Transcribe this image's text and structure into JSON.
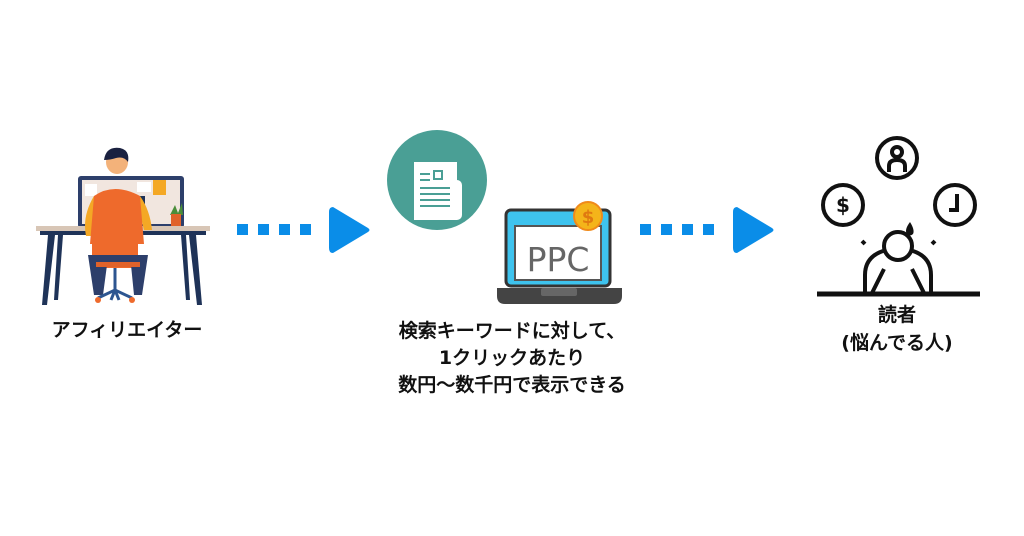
{
  "affiliate": {
    "label": "アフィリエイター",
    "icon": "person-at-desk-icon"
  },
  "middle": {
    "lines": [
      "検索キーワードに対して、",
      "1クリックあたり",
      "数円〜数千円で表示できる"
    ],
    "laptop_text": "PPC",
    "coin_symbol": "$",
    "news_icon": "newspaper-icon"
  },
  "reader": {
    "label": "読者",
    "sublabel": "(悩んでる人)",
    "dollar_symbol": "$"
  },
  "colors": {
    "arrow": "#0a8de8",
    "teal": "#4a9f95",
    "laptop": "#3ec3ee",
    "coin": "#f4b41a",
    "orange": "#ee6a2c"
  }
}
